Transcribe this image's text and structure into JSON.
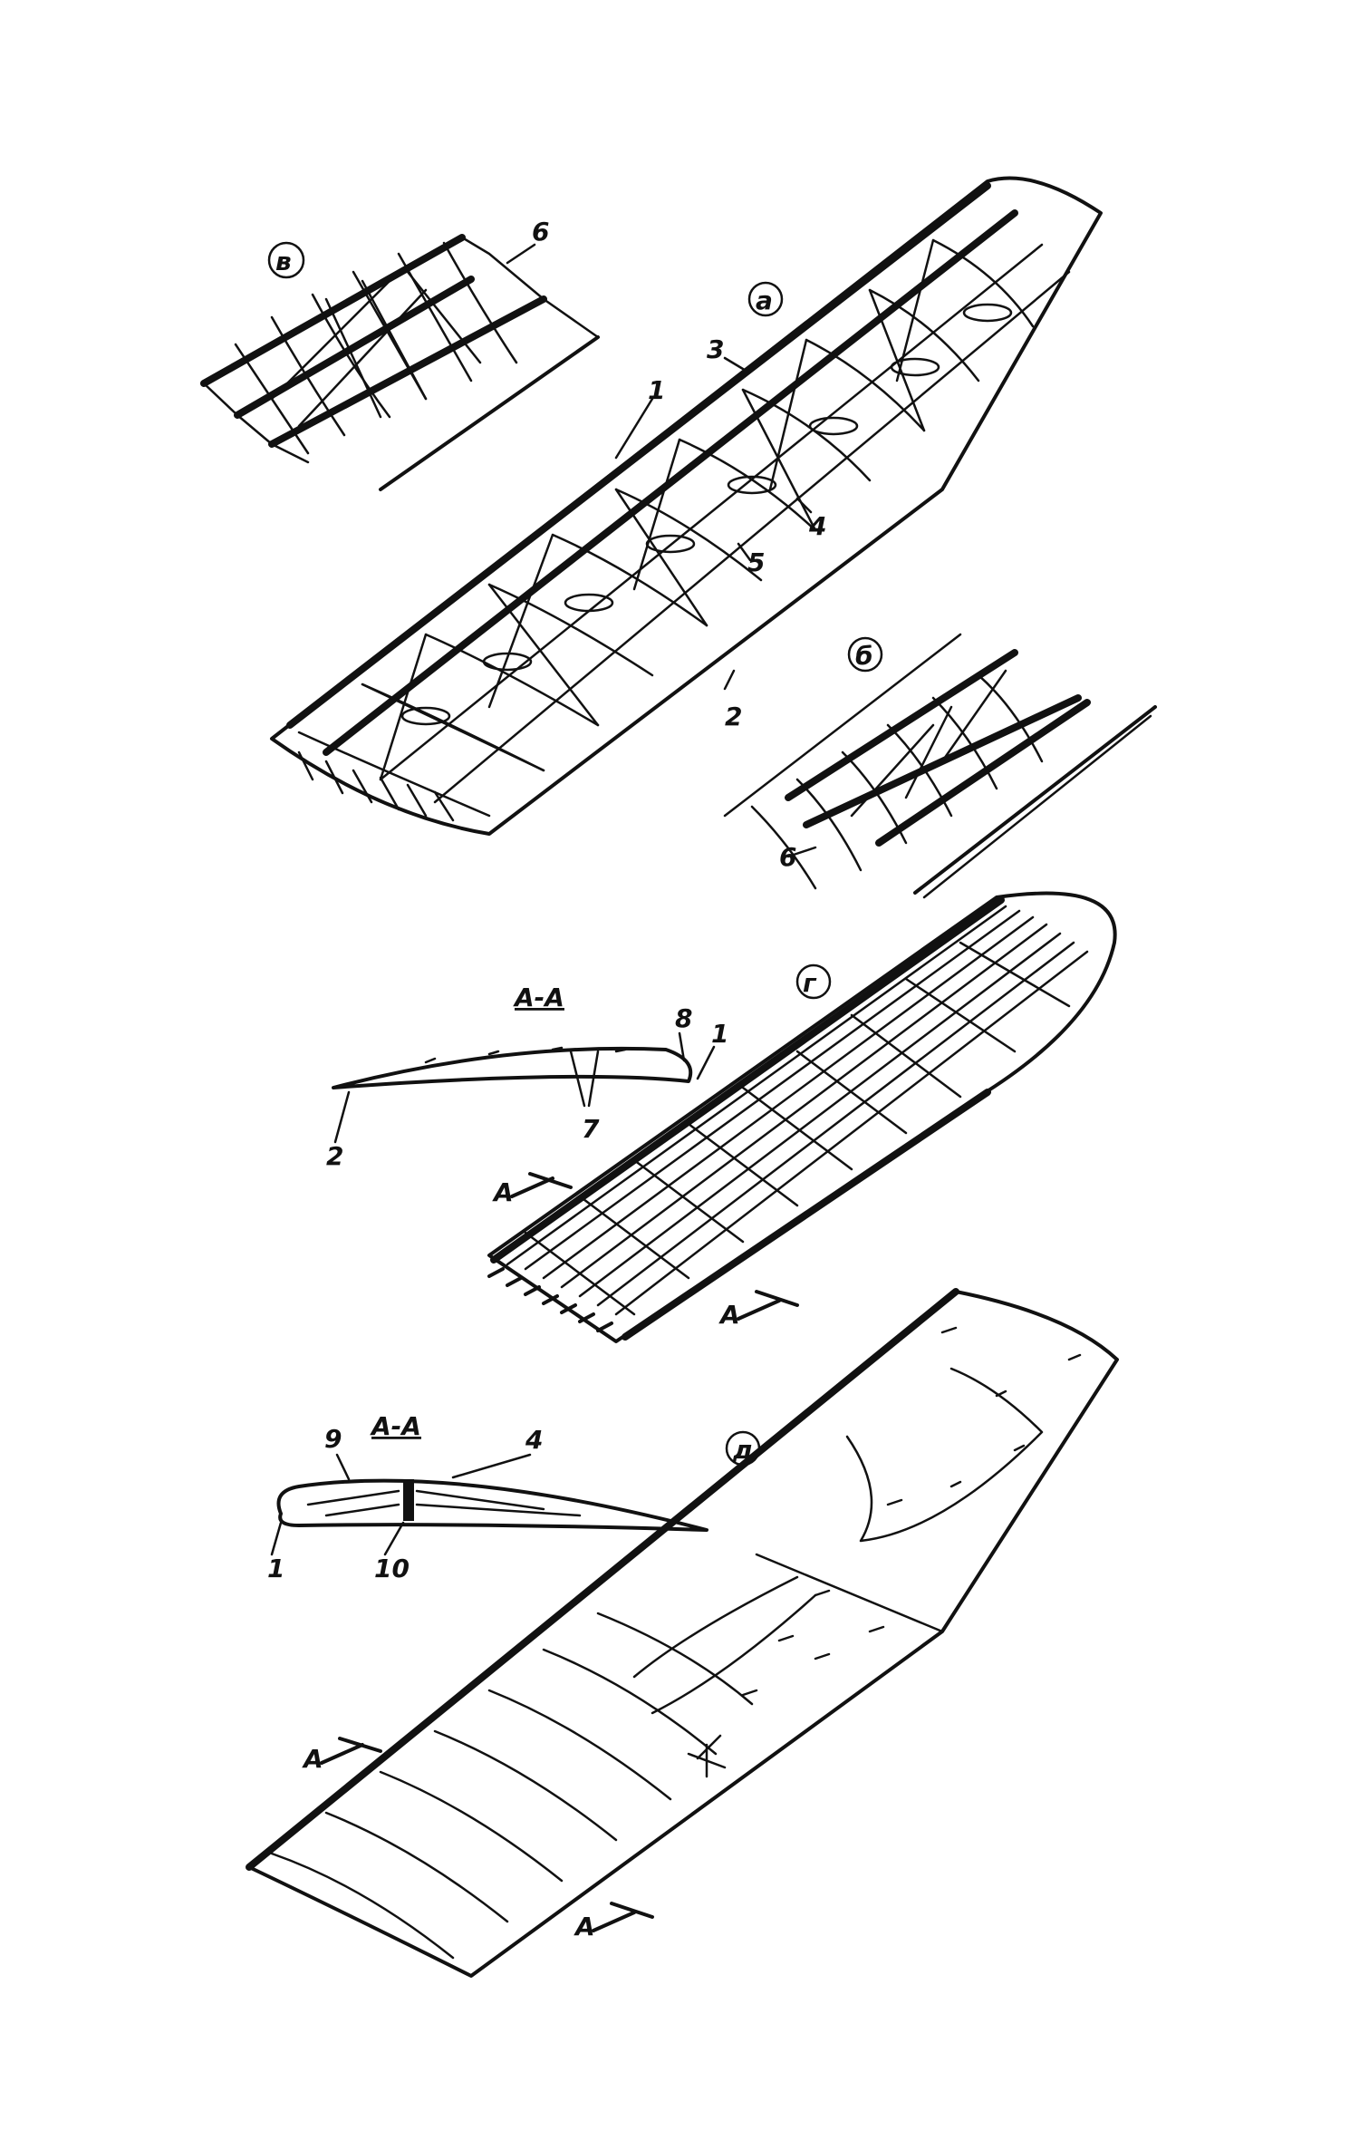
{
  "variants": {
    "a": "а",
    "b": "б",
    "v": "в",
    "g": "г",
    "d": "д"
  },
  "callouts": {
    "n1": "1",
    "n2": "2",
    "n3": "3",
    "n4": "4",
    "n5": "5",
    "n6": "6",
    "n7": "7",
    "n8": "8",
    "n9": "9",
    "n10": "10"
  },
  "section": {
    "label": "А-А",
    "arrow_letter": "А"
  }
}
